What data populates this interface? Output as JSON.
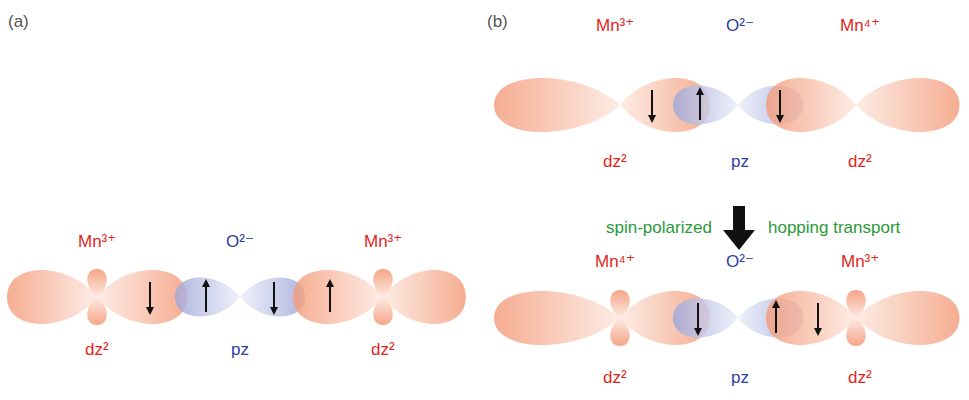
{
  "diagram": {
    "labels": [
      "(a)",
      "Mn³⁺",
      "O²⁻",
      "Mn³⁺",
      "dz²",
      "pz",
      "dz²",
      "(b)",
      "Mn³⁺",
      "O²⁻",
      "Mn⁴⁺",
      "dz²",
      "pz",
      "dz²",
      "spin-polarized",
      "hopping transport",
      "Mn⁴⁺",
      "O²⁻",
      "Mn³⁺",
      "dz²",
      "pz",
      "dz²"
    ]
  }
}
